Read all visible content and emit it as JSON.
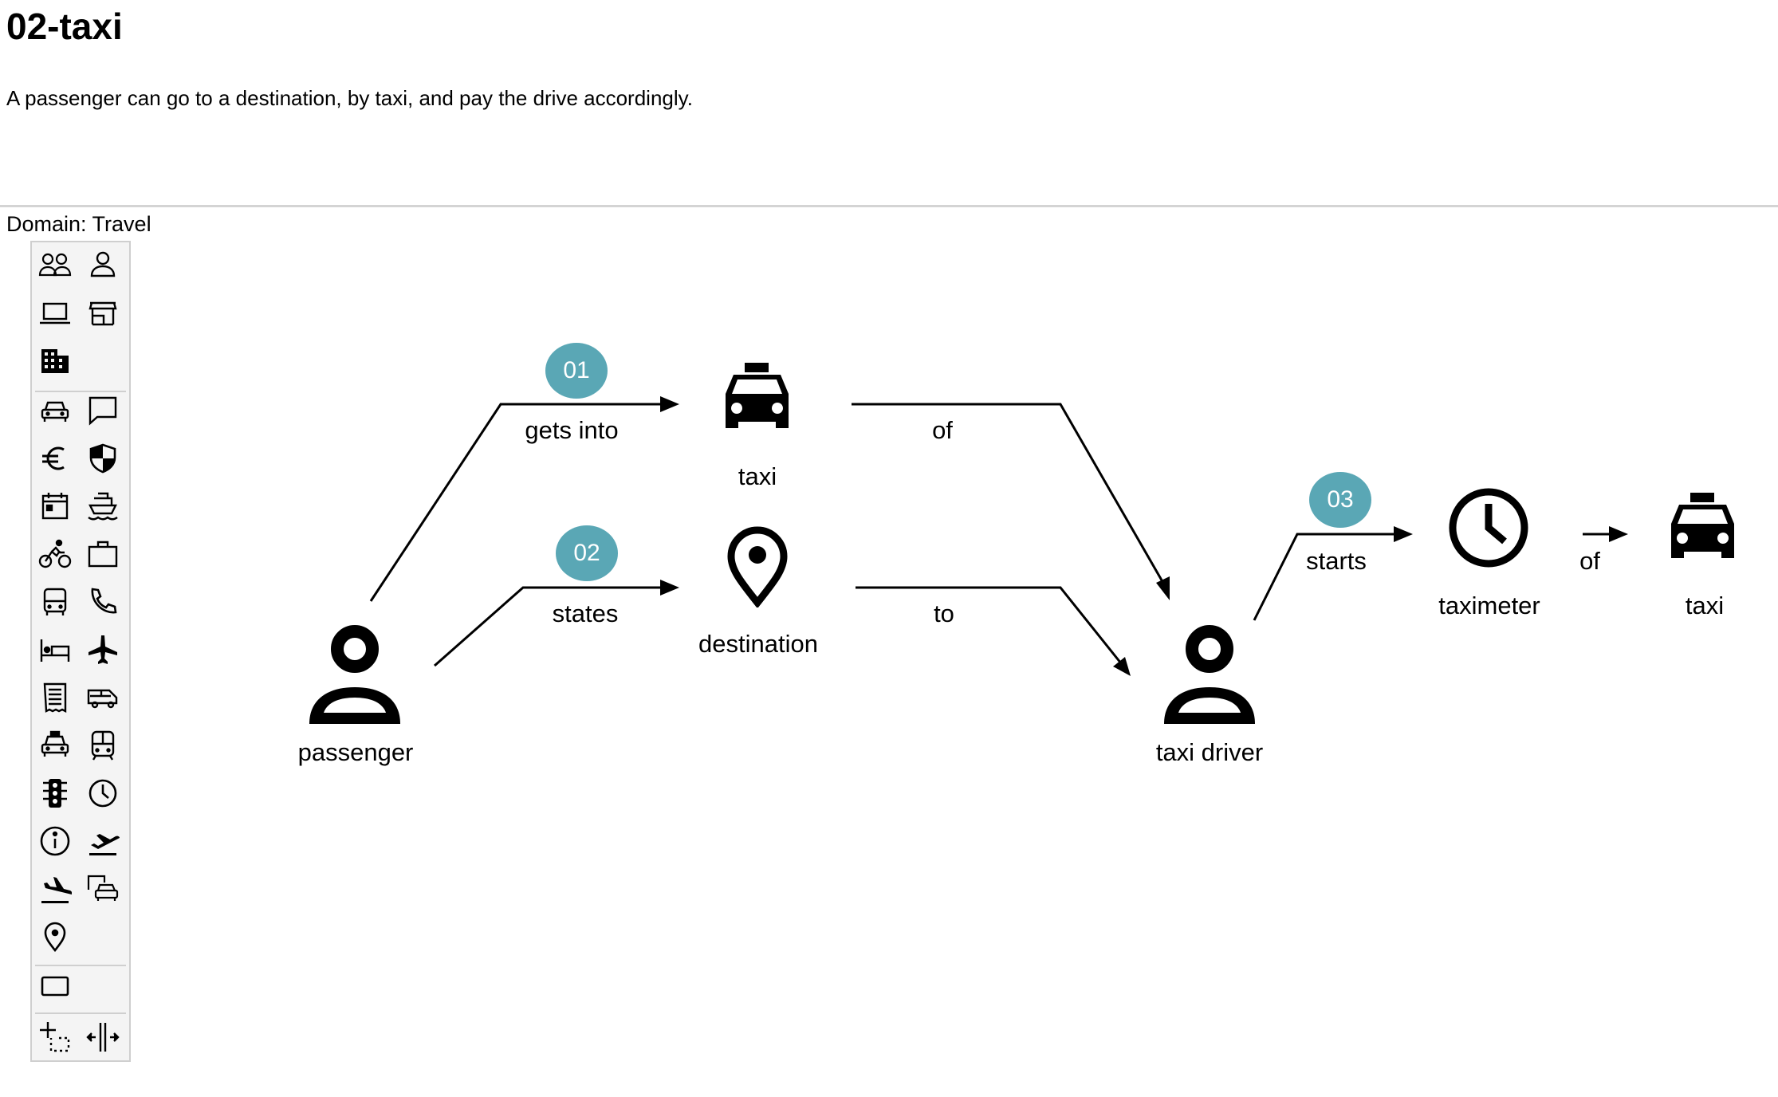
{
  "page": {
    "title": "02-taxi",
    "description": "A passenger can go to a destination, by taxi, and pay the drive accordingly.",
    "domain_label": "Domain: Travel"
  },
  "palette": {
    "icons": [
      "people-icon",
      "person-icon",
      "laptop-icon",
      "store-icon",
      "building-icon",
      "car-icon",
      "chat-bubble-icon",
      "euro-icon",
      "shield-icon",
      "calendar-icon",
      "ship-icon",
      "cyclist-icon",
      "briefcase-icon",
      "bus-icon",
      "phone-icon",
      "hotel-bed-icon",
      "airplane-icon",
      "receipt-icon",
      "van-icon",
      "taxi-icon",
      "tram-icon",
      "traffic-light-icon",
      "clock-icon",
      "info-icon",
      "flight-takeoff-icon",
      "flight-landing-icon",
      "car-rental-icon",
      "location-pin-icon",
      "rectangle-icon",
      "selection-icon",
      "split-icon"
    ]
  },
  "diagram": {
    "nodes": {
      "passenger": "passenger",
      "taxi": "taxi",
      "destination": "destination",
      "taxi_driver": "taxi driver",
      "taximeter": "taximeter",
      "taxi2": "taxi"
    },
    "edges": {
      "gets_into": "gets into",
      "states": "states",
      "of1": "of",
      "to": "to",
      "starts": "starts",
      "of2": "of"
    },
    "badges": {
      "b1": "01",
      "b2": "02",
      "b3": "03"
    },
    "badge_color": "#5aa7b5"
  }
}
